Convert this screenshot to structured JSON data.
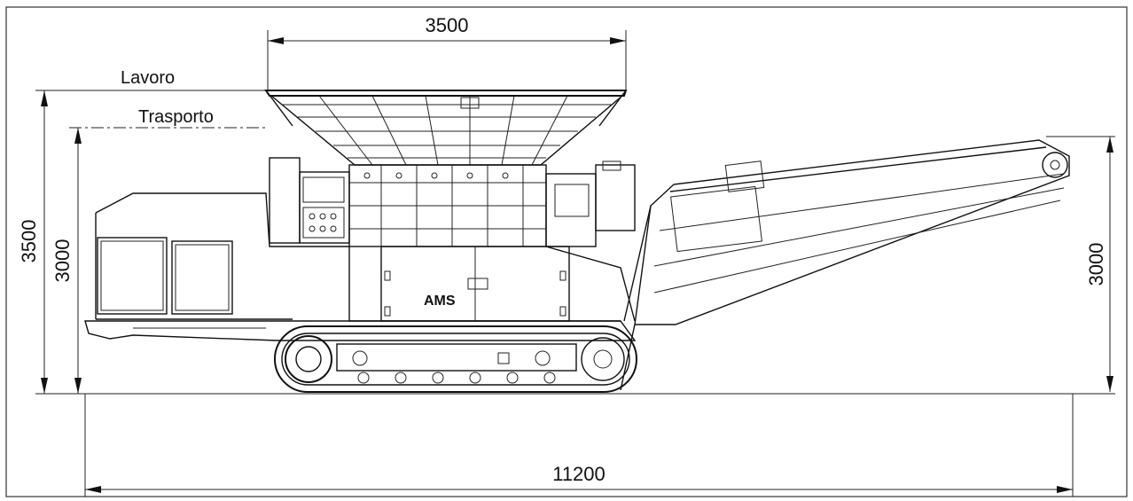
{
  "drawing": {
    "dimensions": {
      "hopper_width": "3500",
      "working_height": "3500",
      "transport_height": "3000",
      "conveyor_height": "3000",
      "overall_length": "11200"
    },
    "labels": {
      "working": "Lavoro",
      "transport": "Trasporto",
      "logo": "AMS"
    }
  }
}
